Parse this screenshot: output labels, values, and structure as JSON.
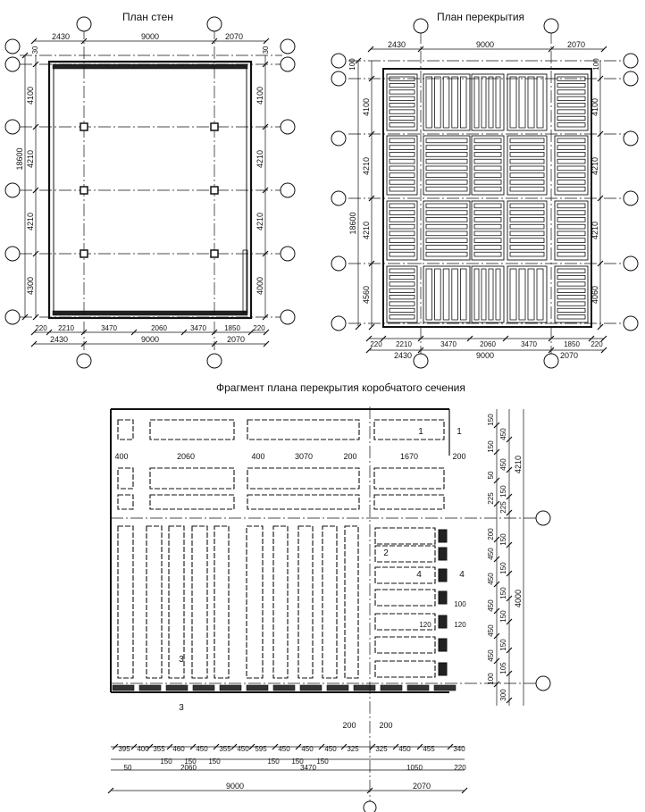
{
  "titles": {
    "wall_plan": "План стен",
    "slab_plan": "План перекрытия",
    "fragment": "Фрагмент плана перекрытия коробчатого сечения"
  },
  "wall_plan": {
    "top_dims": [
      "2430",
      "9000",
      "2070"
    ],
    "top_small": "30",
    "left_dims": [
      "4100",
      "4210",
      "4210",
      "4300"
    ],
    "left_total": "18600",
    "right_dims": [
      "4100",
      "4210",
      "4210",
      "4000"
    ],
    "bottom_dims": [
      "220",
      "2210",
      "3470",
      "2060",
      "3470",
      "1850",
      "220"
    ],
    "bottom_dims2": [
      "2430",
      "9000",
      "2070"
    ]
  },
  "slab_plan": {
    "top_dims": [
      "2430",
      "9000",
      "2070"
    ],
    "top_small": "100",
    "left_dims": [
      "4100",
      "4210",
      "4210",
      "4560"
    ],
    "left_total": "18600",
    "right_dims": [
      "4100",
      "4210",
      "4210",
      "4060"
    ],
    "right_small": "100",
    "bottom_dims": [
      "220",
      "2210",
      "3470",
      "2060",
      "3470",
      "1850",
      "220"
    ],
    "bottom_dims2": [
      "2430",
      "9000",
      "2070"
    ]
  },
  "fragment": {
    "top_labels": [
      "400",
      "2060",
      "400",
      "3070",
      "200",
      "1670",
      "200"
    ],
    "section_marks": [
      "1",
      "1",
      "2",
      "3",
      "3",
      "4",
      "4"
    ],
    "inner_labels": [
      "100",
      "120",
      "120"
    ],
    "right_dims": [
      "150",
      "450",
      "150",
      "450",
      "50",
      "150",
      "225",
      "225",
      "200",
      "150",
      "450",
      "150",
      "450",
      "150",
      "450",
      "150",
      "450",
      "150",
      "450",
      "105",
      "100",
      "300"
    ],
    "right_totals": [
      "4210",
      "4000"
    ],
    "bottom_row1": [
      "395",
      "400",
      "355",
      "460",
      "450",
      "355",
      "450",
      "595",
      "450",
      "450",
      "450",
      "325",
      "325",
      "450",
      "455",
      "340"
    ],
    "bottom_row2": [
      "150",
      "150",
      "150",
      "150",
      "150",
      "150"
    ],
    "bottom_row3": [
      "50",
      "2060",
      "3470",
      "1050",
      "220"
    ],
    "bottom_total": [
      "9000",
      "2070"
    ],
    "center_mark": [
      "200",
      "200"
    ]
  }
}
